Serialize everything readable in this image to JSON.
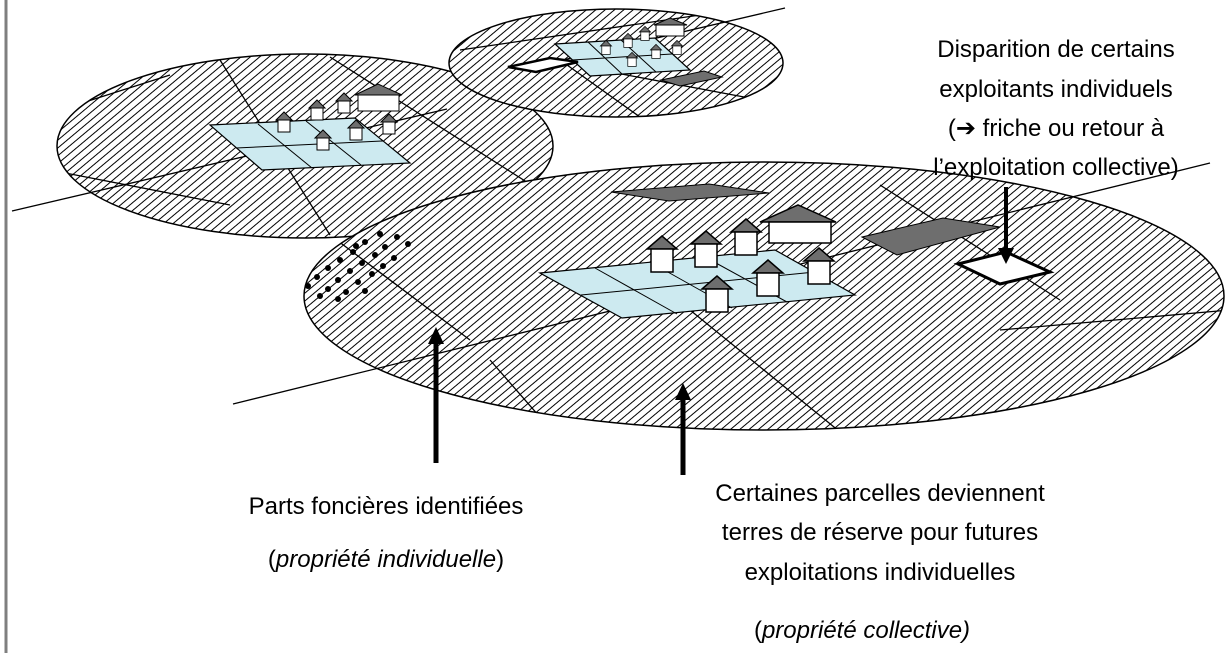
{
  "labels": {
    "disparition": {
      "line1": "Disparition de certains",
      "line2": "exploitants individuels",
      "line3_arrow": "➔",
      "line3_text": " friche ou retour à",
      "line3_open": "(",
      "line4": "l’exploitation collective)"
    },
    "parts": {
      "line1": "Parts foncières identifiées",
      "line2_open": "(",
      "line2_italic": "propriété individuelle",
      "line2_close": ")"
    },
    "parcelles": {
      "line1": "Certaines parcelles deviennent",
      "line2": "terres de réserve pour futures",
      "line3": "exploitations individuelles",
      "line4_open": "(",
      "line4_italic": "propriété collective)"
    }
  },
  "colors": {
    "hatch": "#000000",
    "village": "#cdeaf0",
    "dark_plot": "#6e6e6e",
    "roof": "#6e6e6e",
    "border": "#7f7f7f"
  }
}
